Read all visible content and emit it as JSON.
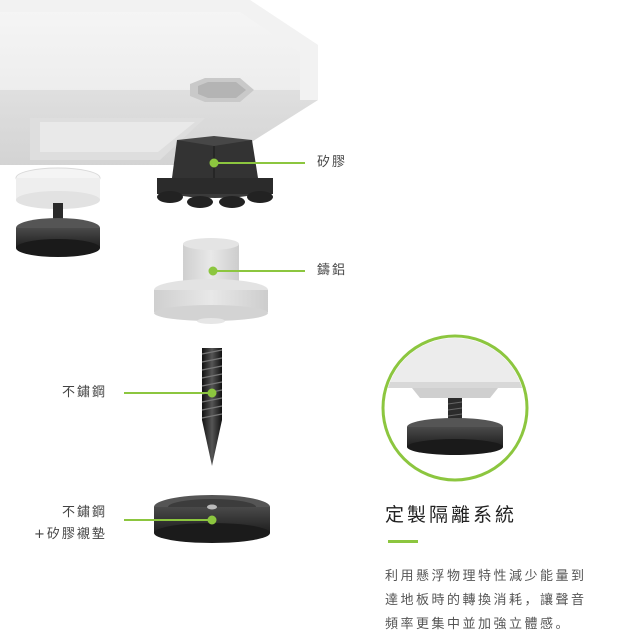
{
  "callouts": {
    "silicone": "矽膠",
    "cast_aluminum": "鑄鋁",
    "stainless_steel": "不鏽鋼",
    "base_pad_line1": "不鏽鋼",
    "base_pad_line2": "+矽膠襯墊"
  },
  "feature": {
    "title": "定製隔離系統",
    "description_lines": [
      "利用懸浮物理特性減少能量到",
      "達地板時的轉換消耗，讓聲音",
      "頻率更集中並加強立體感。"
    ]
  },
  "colors": {
    "accent": "#8cc63f",
    "cabinet": "#ececec",
    "dark_part": "#2b2b2b",
    "aluminum": "#dcdcdc"
  }
}
